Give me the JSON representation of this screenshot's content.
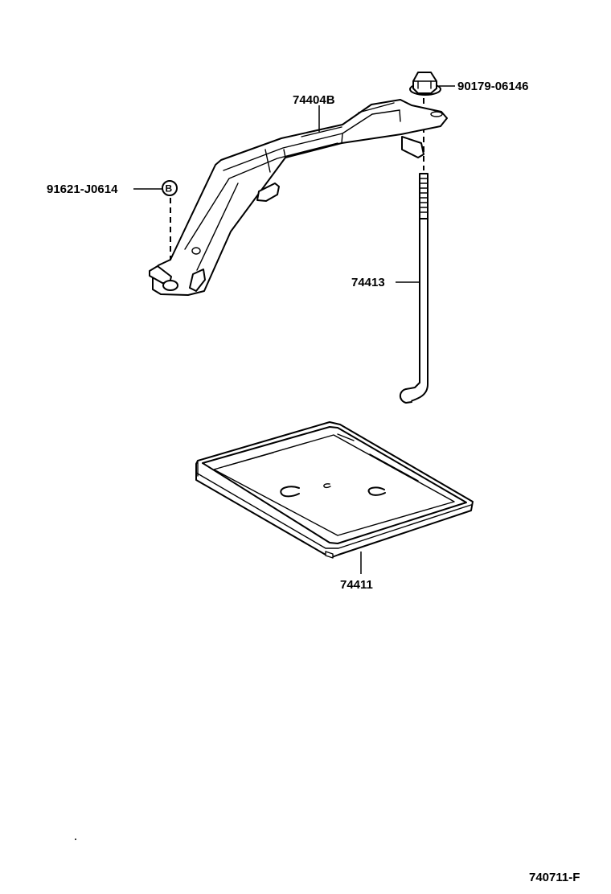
{
  "parts": {
    "nut": {
      "part_no": "90179-06146",
      "icon": "hex-nut-icon"
    },
    "clamp": {
      "part_no": "74404B",
      "icon": "battery-clamp-bracket-icon"
    },
    "bolt_ref": {
      "part_no": "91621-J0614",
      "callout": "B",
      "icon": "callout-circle-icon"
    },
    "rod": {
      "part_no": "74413",
      "icon": "hold-down-rod-icon"
    },
    "tray": {
      "part_no": "74411",
      "icon": "battery-tray-icon"
    }
  },
  "diagram_ref": "740711-F"
}
